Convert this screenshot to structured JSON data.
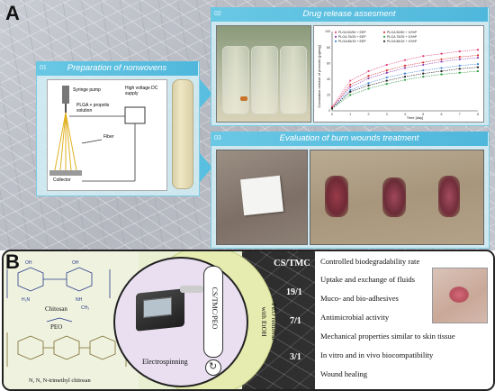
{
  "panel_a": {
    "letter": "A",
    "box1": {
      "num": "01",
      "title": "Preparation of nonwovens",
      "schematic_labels": {
        "syringe_pump": "Syringe pump",
        "high_voltage": "High voltage DC supply",
        "solution": "PLGA + propolis solution",
        "fiber": "Fiber",
        "collector": "Collector"
      }
    },
    "box2": {
      "num": "02",
      "title": "Drug release assesment"
    },
    "box3": {
      "num": "03",
      "title": "Evaluation of burn wounds treatment"
    },
    "chart_data": {
      "type": "line",
      "xlabel": "Time [day]",
      "ylabel": "Cumulative release of phenolic [µg/mg]",
      "x": [
        0,
        1,
        2,
        3,
        4,
        5,
        6,
        7,
        8
      ],
      "ylim": [
        0,
        100
      ],
      "legend_position": "top-left",
      "series": [
        {
          "name": "PLGA 50/50 + EEP",
          "color": "#e0407a",
          "values": [
            5,
            38,
            50,
            58,
            64,
            69,
            72,
            75,
            77
          ]
        },
        {
          "name": "PLGA 75/25 + EEP",
          "color": "#8a3fb0",
          "values": [
            4,
            30,
            41,
            48,
            54,
            58,
            62,
            65,
            67
          ]
        },
        {
          "name": "PLGA 85/15 + EEP",
          "color": "#3c7fd0",
          "values": [
            3,
            26,
            35,
            42,
            47,
            51,
            54,
            57,
            59
          ]
        },
        {
          "name": "PLGA 50/50 + 10%P",
          "color": "#d9302c",
          "values": [
            4,
            33,
            44,
            51,
            57,
            61,
            65,
            68,
            70
          ]
        },
        {
          "name": "PLGA 75/25 + 10%P",
          "color": "#2b9c3f",
          "values": [
            3,
            20,
            28,
            34,
            39,
            43,
            46,
            48,
            50
          ]
        },
        {
          "name": "PLGA 85/15 + 10%P",
          "color": "#222222",
          "values": [
            3,
            24,
            32,
            38,
            43,
            47,
            50,
            53,
            55
          ]
        }
      ]
    }
  },
  "panel_b": {
    "letter": "B",
    "chitosan_label": "Chitosan",
    "peo_label": "PEO",
    "tmc_label": "N, N, N-trimethyl chitosan",
    "capsule_text": "CS/TMC/PEO",
    "device_label": "Electrospinning",
    "removal_label_1": "PEO removal",
    "removal_label_2": "with EtOH",
    "ratios_header": "CS/TMC",
    "ratios": [
      "19/1",
      "7/1",
      "3/1"
    ],
    "properties": [
      "Controlled biodegradability rate",
      "Uptake and exchange of fluids",
      "Muco- and bio-adhesives",
      "Antimicrobial activity",
      "Mechanical properties similar to skin tissue",
      "In vitro and in vivo biocompatibility",
      "Wound healing"
    ]
  }
}
